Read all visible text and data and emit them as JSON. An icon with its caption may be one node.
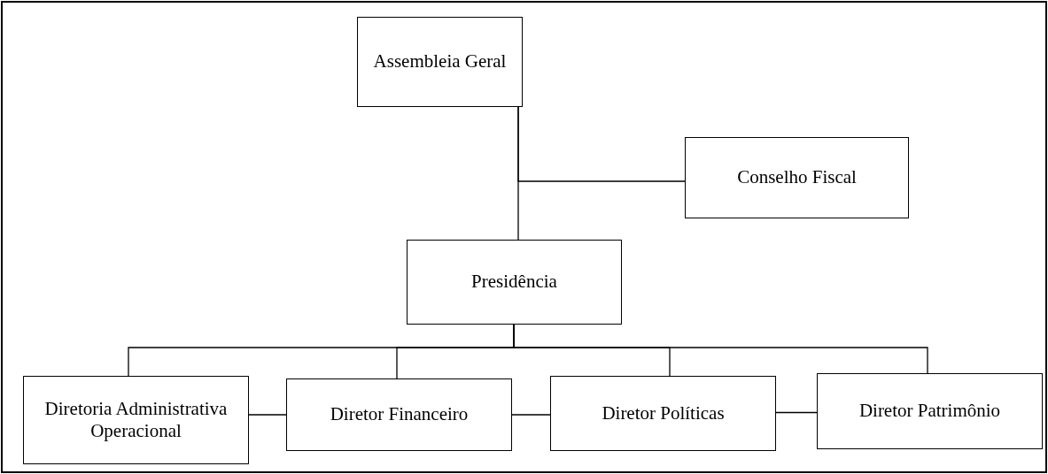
{
  "diagram": {
    "nodes": [
      {
        "text": [
          "Assembleia Geral"
        ]
      },
      {
        "text": [
          "Conselho Fiscal"
        ]
      },
      {
        "text": [
          "Presidência"
        ]
      },
      {
        "text": [
          "Diretoria Administrativa Operacional"
        ]
      },
      {
        "text": [
          "Diretor Financeiro"
        ]
      },
      {
        "text": [
          "Diretor Políticas"
        ]
      },
      {
        "text": [
          "Diretor Patrimônio"
        ]
      }
    ],
    "edges": [
      {
        "from": 0,
        "to": 2,
        "arrow": "none"
      },
      {
        "from": 0,
        "to": 1,
        "arrow": "none"
      },
      {
        "from": 2,
        "to": 3,
        "arrow": "none"
      },
      {
        "from": 2,
        "to": 4,
        "arrow": "none"
      },
      {
        "from": 2,
        "to": 5,
        "arrow": "none"
      },
      {
        "from": 2,
        "to": 6,
        "arrow": "none"
      },
      {
        "from": 3,
        "to": 4,
        "arrow": "none"
      },
      {
        "from": 4,
        "to": 5,
        "arrow": "none"
      },
      {
        "from": 5,
        "to": 6,
        "arrow": "none"
      }
    ]
  }
}
